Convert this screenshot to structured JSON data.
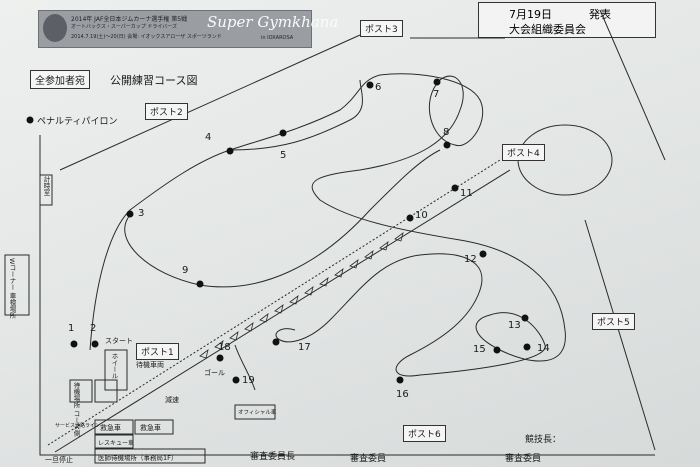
{
  "header": {
    "line1": "2014年 JAF全日本ジムカーナ選手権 第5戦",
    "line2": "オートバックス・スーパーカップ ドライバーズ",
    "line3": "2014.7.19(土)〜20(日) 会場: イオックスアローザ スポーツランド",
    "brand": "Super Gymkhana",
    "brand_sub": "in IOXAROSA"
  },
  "notice": {
    "date": "7月19日",
    "announce": "発表",
    "committee": "大会組織委員会"
  },
  "title": {
    "audience": "全参加者宛",
    "name": "公開練習コース図"
  },
  "legend": {
    "penalty_pylon": "ペナルティパイロン"
  },
  "posts": {
    "post1": "ポスト1",
    "post2": "ポスト2",
    "post3": "ポスト3",
    "post4": "ポスト4",
    "post5": "ポスト5",
    "post6": "ポスト6"
  },
  "labels": {
    "start": "スタート",
    "goal": "ゴール",
    "deceleration": "減速",
    "timing_room": "計時室",
    "waiting_vehicle": "待機車両",
    "waiting_area_course_side": "待機場所 コース側",
    "w_corner": "Wコーナー 車検場所",
    "service_lane": "サービス通路ライン",
    "ichiji_teishi": "一旦停止",
    "ambulance": "救急車",
    "rescue_vehicle": "救急車",
    "rescue_truck": "レスキュー車",
    "medical_area": "医師待機場所（事務局1F）",
    "zero_car": "オフィシャル車",
    "mech": "ホイール",
    "judge_chief": "審査委員長",
    "judge1": "審査委員",
    "judge2": "審査委員",
    "competition_director": "競技長："
  },
  "cones": [
    "1",
    "2",
    "3",
    "4",
    "5",
    "6",
    "7",
    "8",
    "9",
    "10",
    "11",
    "12",
    "13",
    "14",
    "15",
    "16",
    "17",
    "18",
    "19"
  ],
  "colors": {
    "paper": "#e9ebea",
    "ink": "#1a1a1a",
    "banner": "#9a9ea3"
  }
}
